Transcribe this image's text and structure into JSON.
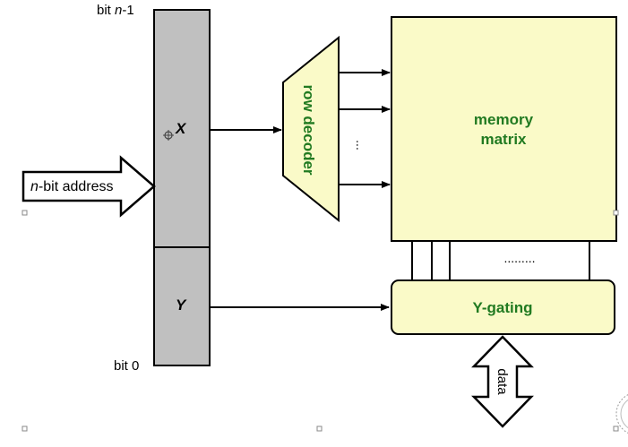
{
  "diagram": {
    "bit_high": {
      "prefix": "bit ",
      "var": "n",
      "suffix": "-1"
    },
    "bit_low": "bit 0",
    "address_arrow": {
      "var": "n",
      "rest": "-bit address"
    },
    "x_field": "X",
    "y_field": "Y",
    "row_decoder": "row decoder",
    "row_decoder_dots": "...",
    "memory_matrix": [
      "memory",
      "matrix"
    ],
    "column_dots": ".........",
    "y_gating": "Y-gating",
    "data": "data"
  },
  "colors": {
    "register_fill": "#c0c0c0",
    "block_fill": "#fafac8",
    "label_green": "#217a21",
    "stroke": "#000000"
  }
}
